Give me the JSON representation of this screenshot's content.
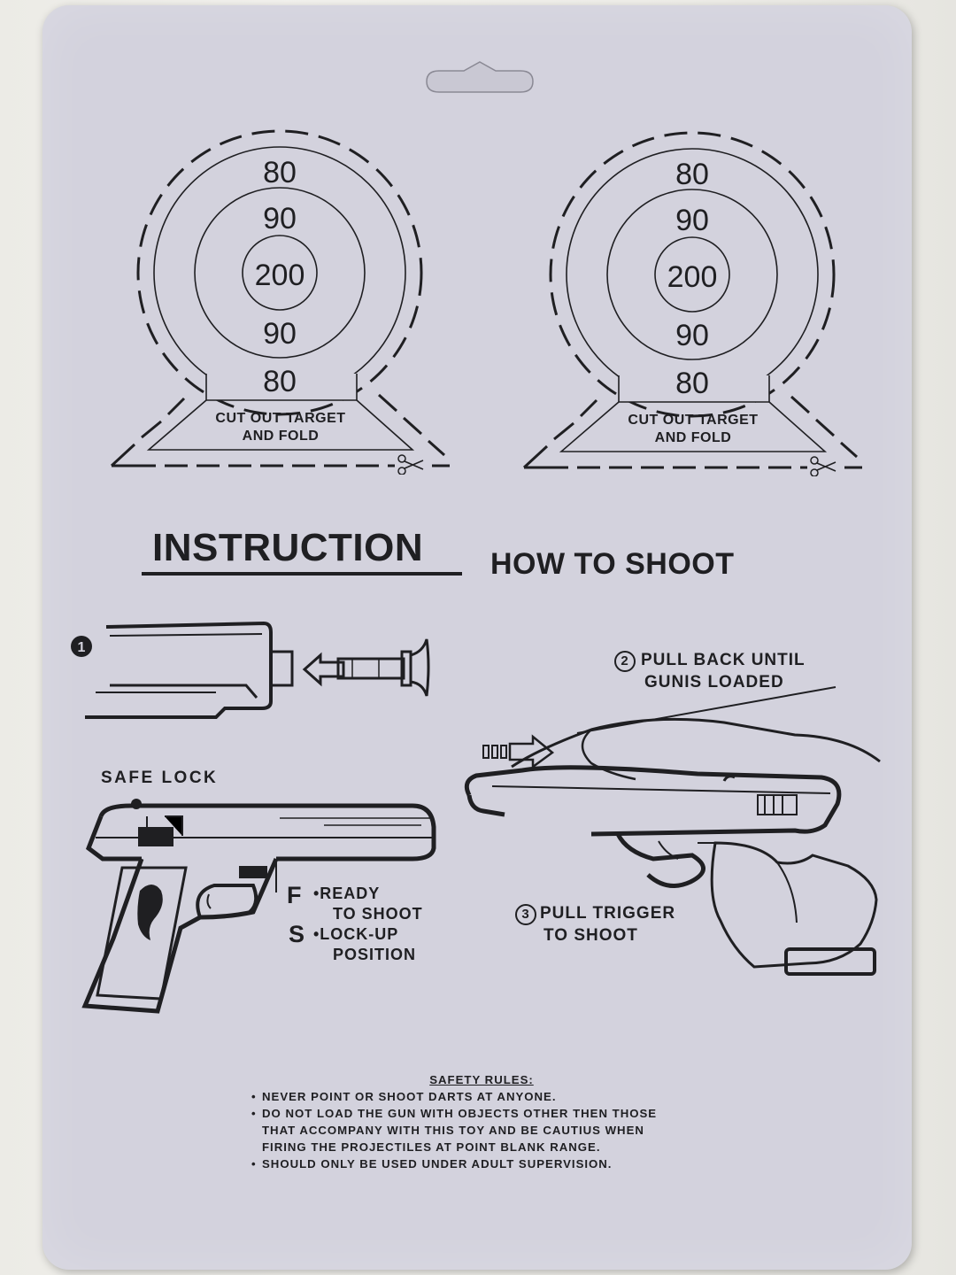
{
  "targets": [
    {
      "ring_labels": [
        "80",
        "90",
        "200",
        "90",
        "80"
      ],
      "base_text": [
        "CUT OUT TARGET",
        "AND FOLD"
      ]
    },
    {
      "ring_labels": [
        "80",
        "90",
        "200",
        "90",
        "80"
      ],
      "base_text": [
        "CUT OUT TARGET",
        "AND FOLD"
      ]
    }
  ],
  "headings": {
    "instruction": "INSTRUCTION",
    "how_to_shoot": "HOW TO SHOOT"
  },
  "steps": {
    "step1_number": "1",
    "step2": [
      "PULL BACK UNTIL",
      "GUNIS LOADED"
    ],
    "step2_number": "2",
    "step3": [
      "PULL TRIGGER",
      "TO SHOOT"
    ],
    "step3_number": "3"
  },
  "safe_lock": {
    "label": "SAFE LOCK",
    "f_letter": "F",
    "f_text": [
      "•READY",
      "TO SHOOT"
    ],
    "s_letter": "S",
    "s_text": [
      "•LOCK-UP",
      "POSITION"
    ]
  },
  "safety_rules": {
    "title": "SAFETY RULES:",
    "items": [
      "NEVER POINT OR SHOOT DARTS AT ANYONE.",
      "DO NOT LOAD THE GUN WITH OBJECTS OTHER THEN THOSE",
      "THAT ACCOMPANY WITH THIS TOY AND BE CAUTIUS WHEN",
      "FIRING THE PROJECTILES AT POINT BLANK RANGE.",
      "SHOULD ONLY BE USED UNDER ADULT SUPERVISION."
    ]
  },
  "icons": {
    "scissors": "scissors-icon",
    "arrow": "arrow-left-icon",
    "dart": "dart-icon"
  },
  "colors": {
    "card": "#d3d2dd",
    "ink": "#1f1f22"
  }
}
